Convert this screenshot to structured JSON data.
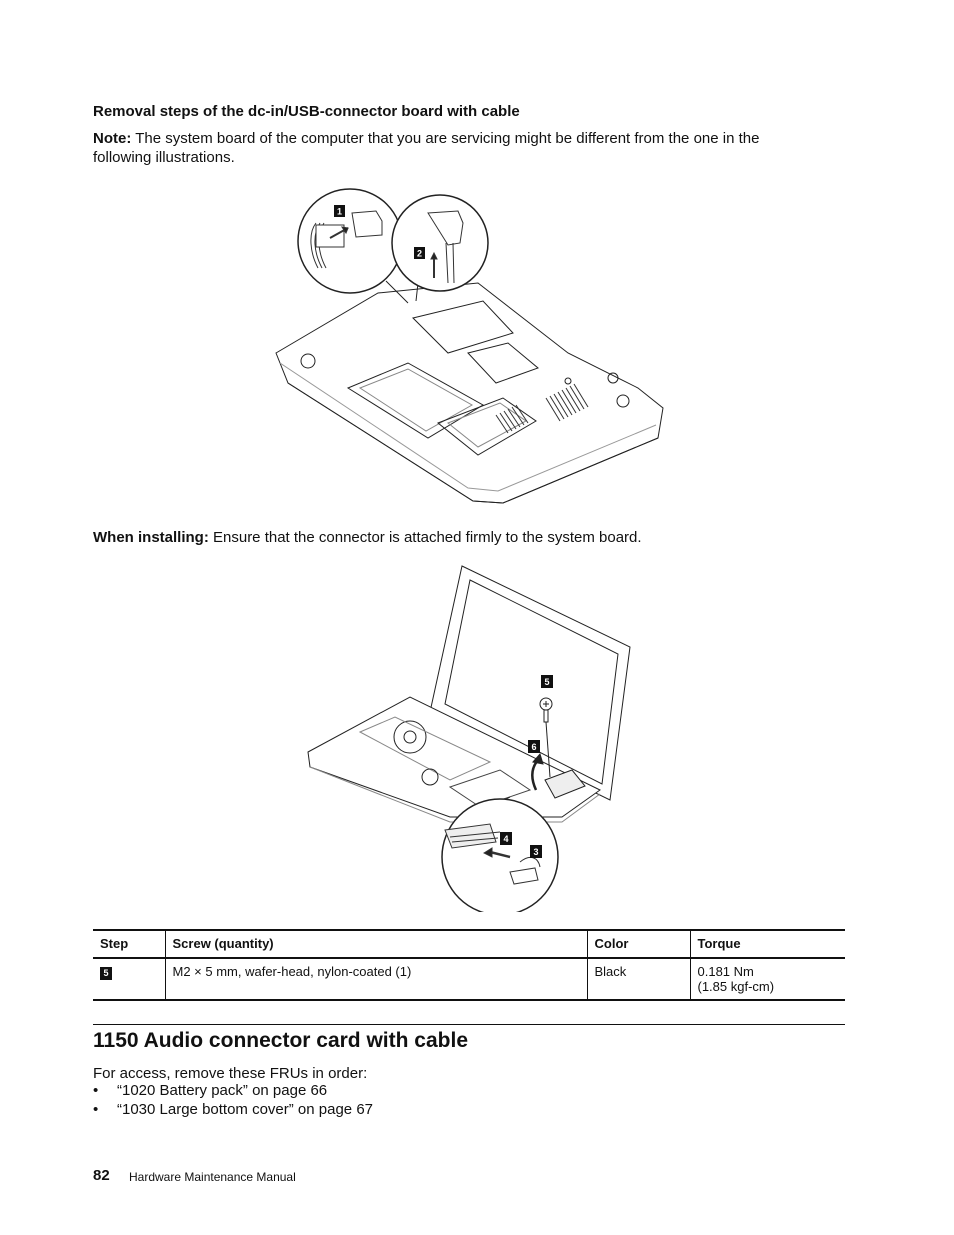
{
  "removal_heading": "Removal steps of the dc-in/USB-connector board with cable",
  "note": {
    "label": "Note:",
    "text": "The system board of the computer that you are servicing might be different from the one in the following illustrations."
  },
  "figure1": {
    "callouts": [
      "1",
      "2"
    ]
  },
  "installing": {
    "label": "When installing:",
    "text": "Ensure that the connector is attached firmly to the system board."
  },
  "figure2": {
    "callouts": [
      "5",
      "6",
      "4",
      "3"
    ]
  },
  "table": {
    "headers": [
      "Step",
      "Screw (quantity)",
      "Color",
      "Torque"
    ],
    "rows": [
      {
        "step": "5",
        "screw": "M2 × 5 mm, wafer-head, nylon-coated (1)",
        "color": "Black",
        "torque_line1": "0.181 Nm",
        "torque_line2": "(1.85 kgf-cm)"
      }
    ]
  },
  "section_heading": "1150 Audio connector card with cable",
  "access_intro": "For access, remove these FRUs in order:",
  "frus": [
    "“1020 Battery pack” on page 66",
    "“1030 Large bottom cover” on page 67"
  ],
  "footer": {
    "page_number": "82",
    "manual_title": "Hardware Maintenance Manual"
  }
}
